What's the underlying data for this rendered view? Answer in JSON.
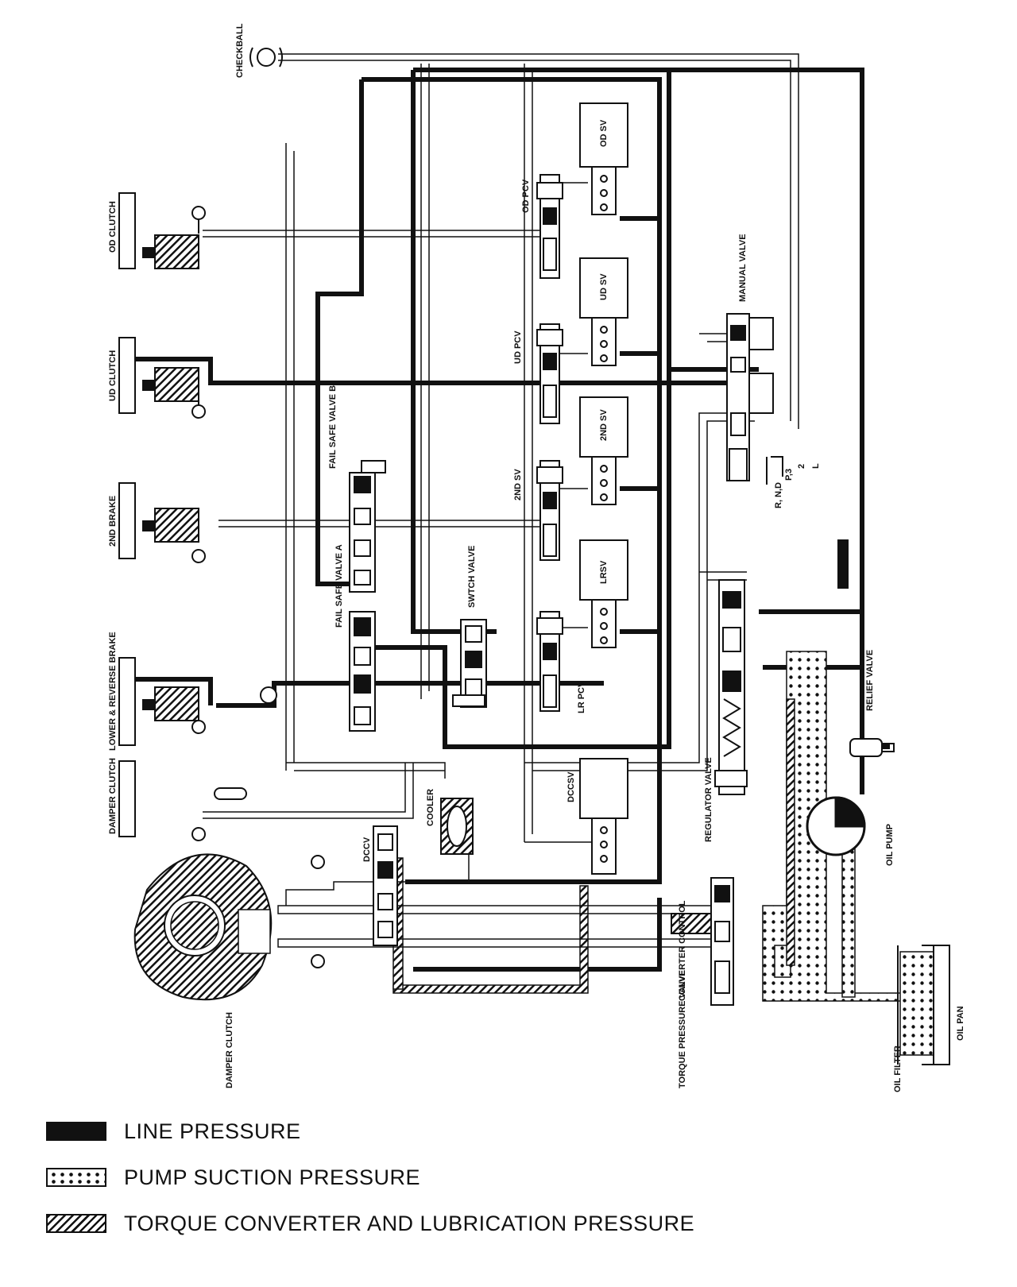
{
  "diagram": {
    "labels": {
      "checkball": "CHECKBALL",
      "od_clutch": "OD CLUTCH",
      "ud_clutch": "UD CLUTCH",
      "second_brake": "2ND BRAKE",
      "low_reverse_brake": "LOWER & REVERSE BRAKE",
      "damper_clutch_element": "DAMPER CLUTCH",
      "damper_clutch_converter": "DAMPER CLUTCH",
      "fail_safe_valve_b": "FAIL SAFE VALVE B",
      "fail_safe_valve_a": "FAIL SAFE VALVE A",
      "switch_valve": "SWTCH VALVE",
      "od_sv": "OD SV",
      "od_pcv": "OD PCV",
      "ud_sv": "UD SV",
      "ud_pcv": "UD PCV",
      "second_sv_block": "2ND SV",
      "second_sv_side": "2ND SV",
      "lrsv": "LRSV",
      "lr_pcv": "LR PCV",
      "dccsv": "DCCSV",
      "dccv": "DCCV",
      "cooler": "COOLER",
      "manual_valve": "MANUAL VALVE",
      "gear_positions": [
        "R, N,D",
        "P,3",
        "2",
        "L"
      ],
      "regulator_valve": "REGULATOR VALVE",
      "relief_valve": "RELIEF VALVE",
      "oil_pump": "OIL PUMP",
      "converter_control": "CONVERTER CONTROL",
      "torque_pressure_valve": "TORQUE PRESSURE VALVE",
      "oil_filter": "OIL FILTER",
      "oil_pan": "OIL PAN"
    }
  },
  "legend": {
    "items": [
      {
        "label": "LINE PRESSURE",
        "pattern": "solid"
      },
      {
        "label": "PUMP SUCTION PRESSURE",
        "pattern": "dotted"
      },
      {
        "label": "TORQUE CONVERTER AND LUBRICATION PRESSURE",
        "pattern": "hatched"
      }
    ]
  },
  "colors": {
    "ink": "#111111",
    "paper": "#ffffff"
  }
}
